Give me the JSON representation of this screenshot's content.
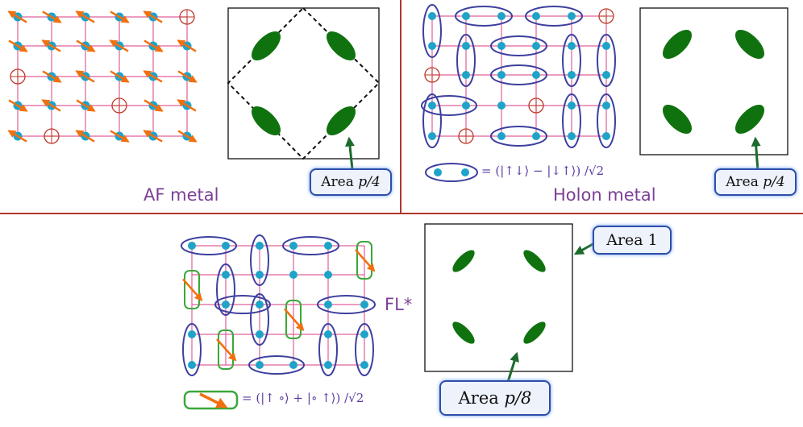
{
  "panels": {
    "af_metal": {
      "title": "AF metal",
      "area_label": "Area",
      "area_value": "p/4"
    },
    "holon_metal": {
      "title": "Holon metal",
      "area_label": "Area",
      "area_value": "p/4",
      "legend_formula": "= (|↑↓⟩ − |↓↑⟩) /√2"
    },
    "fl_star": {
      "title": "FL*",
      "area_outer_label": "Area 1",
      "area_label": "Area",
      "area_value": "p/8",
      "legend_formula": "= (|↑ ∘⟩ + |∘ ↑⟩) /√2"
    }
  },
  "colors": {
    "lattice": "#e0609a",
    "site": "#1fa3c8",
    "spin_arrow": "#f07010",
    "vacancy": "#c0392b",
    "singlet_bond": "#3d3f9e",
    "holon_bond": "#3aa83a",
    "fermi_pocket": "#0f720f",
    "divider": "#b0352b",
    "label": "#7a3f96"
  }
}
